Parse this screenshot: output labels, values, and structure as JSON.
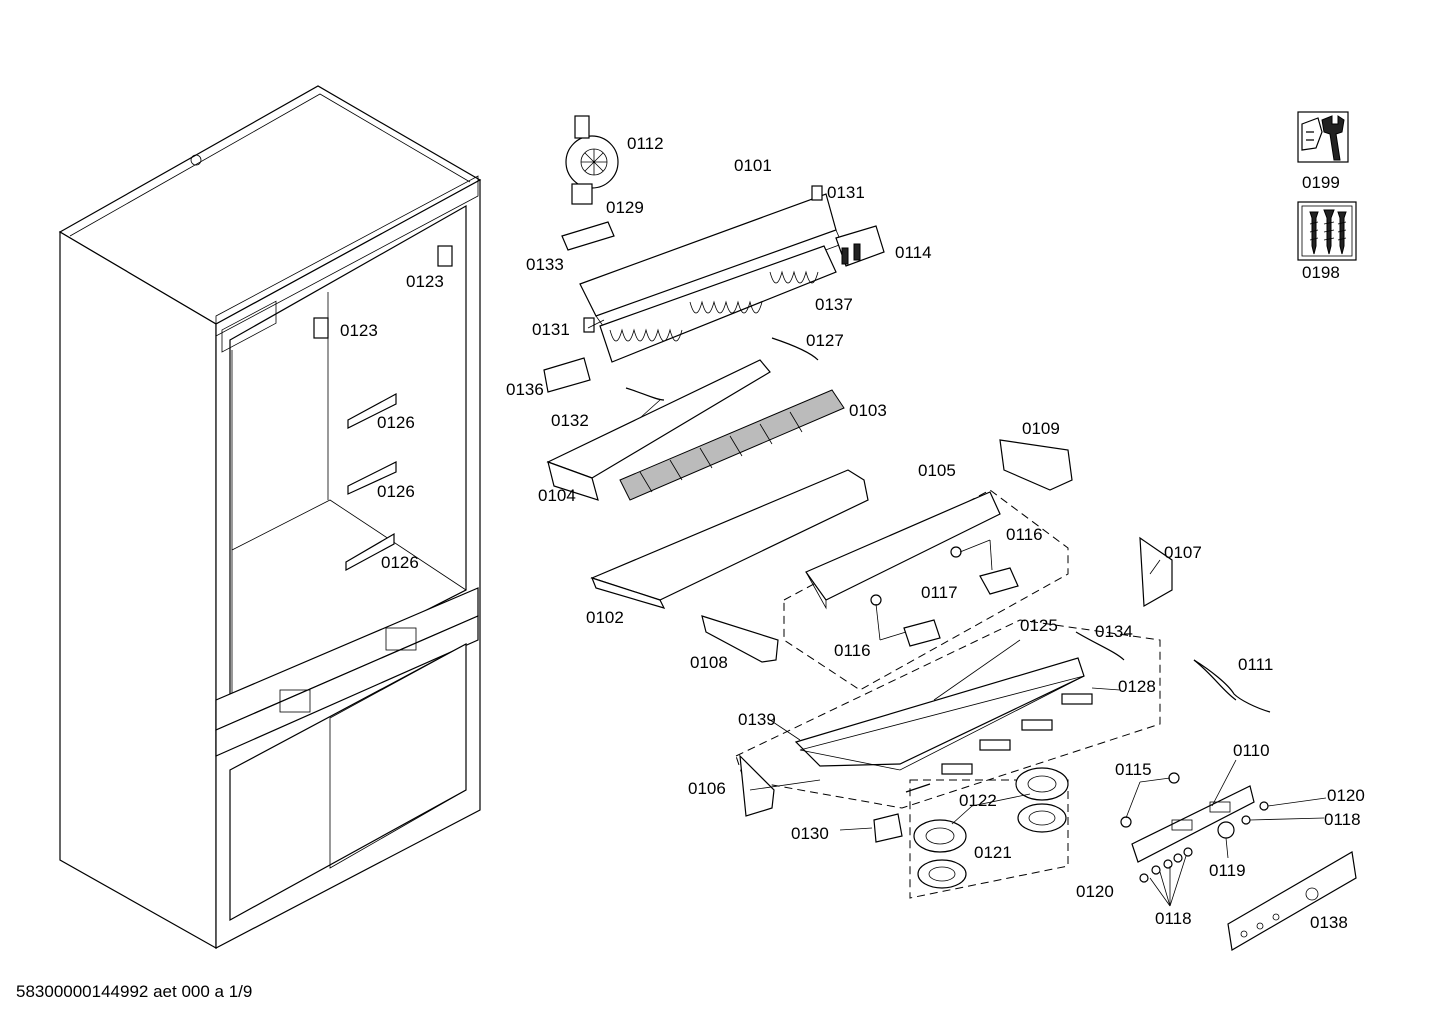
{
  "labels": {
    "p0112": "0112",
    "p0101": "0101",
    "p0131a": "0131",
    "p0129": "0129",
    "p0133": "0133",
    "p0114": "0114",
    "p0123a": "0123",
    "p0123b": "0123",
    "p0137": "0137",
    "p0131b": "0131",
    "p0127": "0127",
    "p0136": "0136",
    "p0132": "0132",
    "p0103": "0103",
    "p0126a": "0126",
    "p0126b": "0126",
    "p0126c": "0126",
    "p0104": "0104",
    "p0109": "0109",
    "p0105": "0105",
    "p0116a": "0116",
    "p0107": "0107",
    "p0117": "0117",
    "p0102": "0102",
    "p0116b": "0116",
    "p0125": "0125",
    "p0134": "0134",
    "p0108": "0108",
    "p0111": "0111",
    "p0128": "0128",
    "p0139": "0139",
    "p0110": "0110",
    "p0115": "0115",
    "p0106": "0106",
    "p0122": "0122",
    "p0120a": "0120",
    "p0118a": "0118",
    "p0130": "0130",
    "p0121": "0121",
    "p0119": "0119",
    "p0120b": "0120",
    "p0118b": "0118",
    "p0138": "0138",
    "p0199": "0199",
    "p0198": "0198"
  },
  "footer": {
    "drawing_id": "58300000144992 aet 000 a 1/9"
  },
  "icons": [
    "wrench-tool-icon",
    "screws-icon"
  ]
}
